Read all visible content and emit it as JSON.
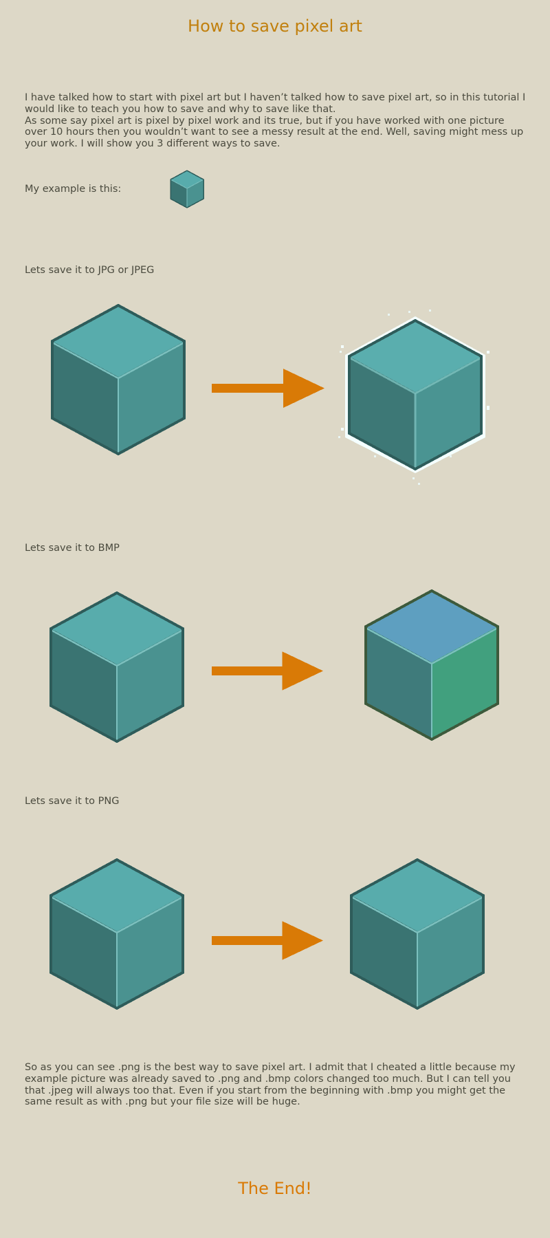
{
  "page": {
    "title": "How to save pixel art",
    "intro": [
      "I have talked how to start with pixel art but I haven’t talked how to save pixel art, so in this tutorial I would like to teach you how to save and why to save like that.",
      "As some say pixel art is pixel by pixel work and its true, but if you have worked with one picture over 10 hours then you wouldn’t want to see a messy result at the end. Well, saving might mess up your work. I will show you 3 different ways to save."
    ],
    "example_label": "My example is this:",
    "sections": [
      {
        "heading": "Lets save it to JPG or JPEG",
        "before": "original-cube",
        "after": "jpeg-artifacted-cube"
      },
      {
        "heading": "Lets save it to BMP",
        "before": "original-cube",
        "after": "bmp-color-shifted-cube"
      },
      {
        "heading": "Lets save it to PNG",
        "before": "original-cube",
        "after": "png-identical-cube"
      }
    ],
    "conclusion": "So as you can see .png is the best way to save pixel art. I admit that I cheated a little because my example picture was already saved to .png and .bmp colors changed too much. But I can tell you that .jpeg will always too that. Even if you start from the beginning with .bmp you might get the same result as with .png but your file size will be huge.",
    "end": "The End!"
  },
  "colors": {
    "background": "#ddd8c7",
    "title": "#c1800e",
    "end": "#d97a06",
    "text": "#4a4a3e",
    "arrow": "#d97a06",
    "cube_original": {
      "top": "#58acac",
      "left": "#3a7472",
      "right": "#4a9290",
      "outline": "#2e5c5a",
      "highlight": "#7cc0be"
    },
    "cube_bmp": {
      "top": "#5e9fc0",
      "left": "#3f7b7b",
      "right": "#41a07e",
      "outline": "#3d5a3c",
      "highlight": "#7cc0be"
    }
  }
}
